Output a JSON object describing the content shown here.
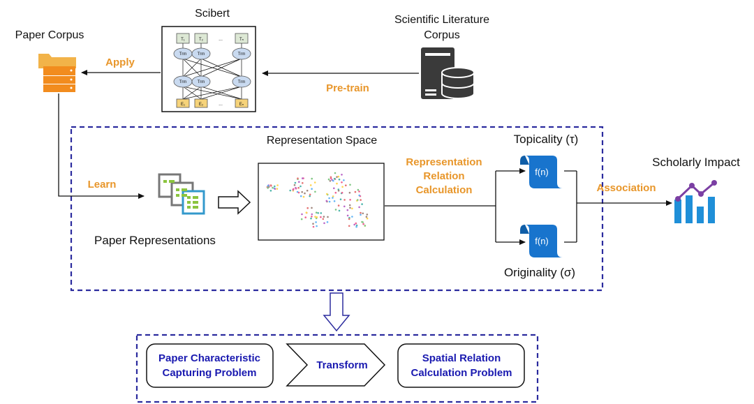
{
  "labels": {
    "scibert": "Scibert",
    "literature_corpus": [
      "Scientific Literature",
      "Corpus"
    ],
    "paper_corpus": "Paper Corpus",
    "apply": "Apply",
    "pretrain": "Pre-train",
    "learn": "Learn",
    "representation_space": "Representation Space",
    "paper_representations": "Paper Representations",
    "relation_calc": [
      "Representation",
      "Relation",
      "Calculation"
    ],
    "topicality": "Topicality (τ)",
    "originality": "Originality (σ)",
    "association": "Association",
    "scholarly_impact": "Scholarly Impact",
    "fn": "f(n)",
    "problem_left": [
      "Paper Characteristic",
      "Capturing Problem"
    ],
    "transform": "Transform",
    "problem_right": [
      "Spatial Relation",
      "Calculation Problem"
    ]
  },
  "bert": {
    "top_tokens": [
      "T₁",
      "T₂",
      "...",
      "Tₙ"
    ],
    "trm": "Trm",
    "bottom_tokens": [
      "E₁",
      "E₂",
      "...",
      "Eₙ"
    ]
  },
  "colors": {
    "orange": "#E8962A",
    "blue_text": "#1A1AB0",
    "dashed_border": "#2B2B9E",
    "fn_icon": "#1874CD",
    "server": "#3A3A3A",
    "bar_blue": "#1F8FD8",
    "line_purple": "#7B3FA3"
  }
}
